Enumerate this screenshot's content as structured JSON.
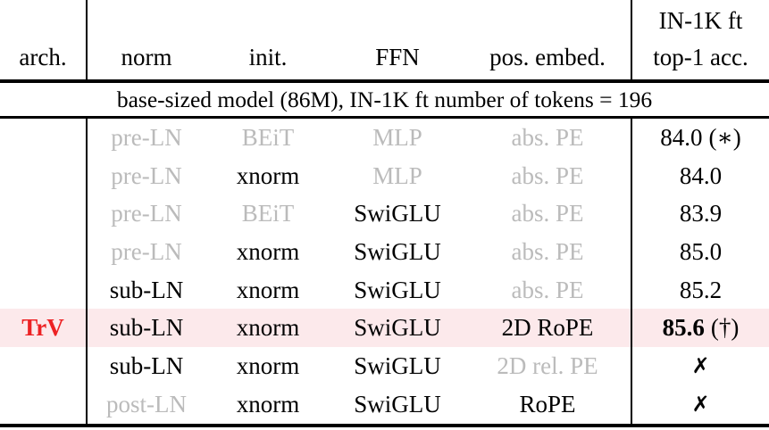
{
  "colors": {
    "text": "#000000",
    "rule": "#000000",
    "muted-text": "#bbbbbb",
    "accent-red": "#ed2224",
    "highlight-bg": "#fce9eb"
  },
  "table": {
    "columns": [
      {
        "label": "arch."
      },
      {
        "label": "norm"
      },
      {
        "label": "init."
      },
      {
        "label": "FFN"
      },
      {
        "label": "pos. embed."
      },
      {
        "label_line1": "IN-1K ft",
        "label_line2": "top-1 acc."
      }
    ],
    "span_row": "base-sized model (86M), IN-1K ft number of tokens = 196",
    "rows": [
      {
        "arch": {
          "text": "",
          "accent": false
        },
        "norm": {
          "text": "pre-LN",
          "muted": true
        },
        "init": {
          "text": "BEiT",
          "muted": true
        },
        "ffn": {
          "text": "MLP",
          "muted": true
        },
        "pos": {
          "text": "abs. PE",
          "muted": true
        },
        "acc": {
          "text": "84.0",
          "note": "(∗)",
          "bold": false,
          "cross": false
        },
        "highlight": false
      },
      {
        "arch": {
          "text": "",
          "accent": false
        },
        "norm": {
          "text": "pre-LN",
          "muted": true
        },
        "init": {
          "text": "xnorm",
          "muted": false
        },
        "ffn": {
          "text": "MLP",
          "muted": true
        },
        "pos": {
          "text": "abs. PE",
          "muted": true
        },
        "acc": {
          "text": "84.0",
          "note": "",
          "bold": false,
          "cross": false
        },
        "highlight": false
      },
      {
        "arch": {
          "text": "",
          "accent": false
        },
        "norm": {
          "text": "pre-LN",
          "muted": true
        },
        "init": {
          "text": "BEiT",
          "muted": true
        },
        "ffn": {
          "text": "SwiGLU",
          "muted": false
        },
        "pos": {
          "text": "abs. PE",
          "muted": true
        },
        "acc": {
          "text": "83.9",
          "note": "",
          "bold": false,
          "cross": false
        },
        "highlight": false
      },
      {
        "arch": {
          "text": "",
          "accent": false
        },
        "norm": {
          "text": "pre-LN",
          "muted": true
        },
        "init": {
          "text": "xnorm",
          "muted": false
        },
        "ffn": {
          "text": "SwiGLU",
          "muted": false
        },
        "pos": {
          "text": "abs. PE",
          "muted": true
        },
        "acc": {
          "text": "85.0",
          "note": "",
          "bold": false,
          "cross": false
        },
        "highlight": false
      },
      {
        "arch": {
          "text": "",
          "accent": false
        },
        "norm": {
          "text": "sub-LN",
          "muted": false
        },
        "init": {
          "text": "xnorm",
          "muted": false
        },
        "ffn": {
          "text": "SwiGLU",
          "muted": false
        },
        "pos": {
          "text": "abs. PE",
          "muted": true
        },
        "acc": {
          "text": "85.2",
          "note": "",
          "bold": false,
          "cross": false
        },
        "highlight": false
      },
      {
        "arch": {
          "text": "TrV",
          "accent": true
        },
        "norm": {
          "text": "sub-LN",
          "muted": false
        },
        "init": {
          "text": "xnorm",
          "muted": false
        },
        "ffn": {
          "text": "SwiGLU",
          "muted": false
        },
        "pos": {
          "text": "2D RoPE",
          "muted": false
        },
        "acc": {
          "text": "85.6",
          "note": "(†)",
          "bold": true,
          "cross": false
        },
        "highlight": true
      },
      {
        "arch": {
          "text": "",
          "accent": false
        },
        "norm": {
          "text": "sub-LN",
          "muted": false
        },
        "init": {
          "text": "xnorm",
          "muted": false
        },
        "ffn": {
          "text": "SwiGLU",
          "muted": false
        },
        "pos": {
          "text": "2D rel. PE",
          "muted": true
        },
        "acc": {
          "text": "✗",
          "note": "",
          "bold": false,
          "cross": true
        },
        "highlight": false
      },
      {
        "arch": {
          "text": "",
          "accent": false
        },
        "norm": {
          "text": "post-LN",
          "muted": true
        },
        "init": {
          "text": "xnorm",
          "muted": false
        },
        "ffn": {
          "text": "SwiGLU",
          "muted": false
        },
        "pos": {
          "text": "RoPE",
          "muted": false
        },
        "acc": {
          "text": "✗",
          "note": "",
          "bold": false,
          "cross": true
        },
        "highlight": false
      }
    ]
  }
}
